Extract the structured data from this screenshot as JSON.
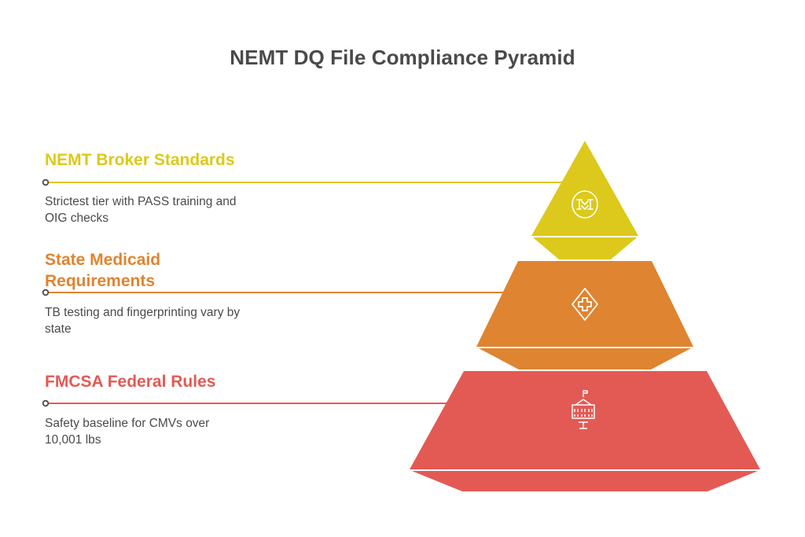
{
  "title": "NEMT DQ File Compliance Pyramid",
  "colors": {
    "title": "#4a4a4a",
    "text": "#4a4a4a",
    "tier1": "#dcc91b",
    "tier2": "#df8430",
    "tier3": "#e35a54",
    "connector_dot": "#4a4a4a",
    "background": "#ffffff"
  },
  "tiers": [
    {
      "label": "NEMT Broker Standards",
      "description": "Strictest tier with PASS training and OIG checks",
      "description_lines": [
        "Strictest tier with PASS training and",
        "OIG checks"
      ],
      "icon": "handshake-in-circle-icon",
      "color": "#dcc91b"
    },
    {
      "label": "State Medicaid Requirements",
      "label_lines": [
        "State Medicaid",
        "Requirements"
      ],
      "description": "TB testing and fingerprinting vary by state",
      "description_lines": [
        "TB testing and fingerprinting vary by",
        "state"
      ],
      "icon": "medical-cross-diamond-icon",
      "color": "#df8430"
    },
    {
      "label": "FMCSA Federal Rules",
      "description": "Safety baseline for CMVs over 10,001 lbs",
      "description_lines": [
        "Safety baseline for CMVs over",
        "10,001 lbs"
      ],
      "icon": "government-building-icon",
      "color": "#e35a54"
    }
  ]
}
